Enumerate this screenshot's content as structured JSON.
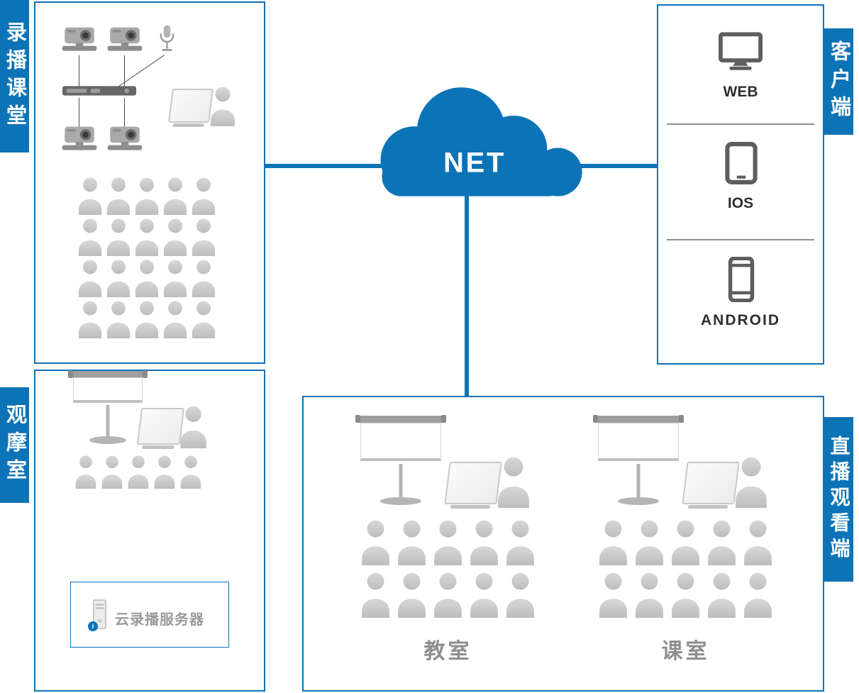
{
  "colors": {
    "accent": "#0d73b7",
    "icon_gray": "#c7c7c7",
    "label_gray": "#8e8e8e"
  },
  "cloud": {
    "label": "NET"
  },
  "recording_classroom": {
    "tab": "录播课堂",
    "audience": {
      "rows": 4,
      "cols": 5
    }
  },
  "observation_room": {
    "tab": "观摩室",
    "audience": {
      "rows": 1,
      "cols": 5
    },
    "server_label": "云录播服务器"
  },
  "client": {
    "tab": "客户端",
    "devices": [
      {
        "icon": "monitor-icon",
        "label": "WEB"
      },
      {
        "icon": "tablet-icon",
        "label": "IOS"
      },
      {
        "icon": "phone-icon",
        "label": "ANDROID"
      }
    ]
  },
  "live_view": {
    "tab": "直播观看端",
    "rooms": [
      {
        "label": "教室",
        "audience": {
          "rows": 2,
          "cols": 5
        }
      },
      {
        "label": "课室",
        "audience": {
          "rows": 2,
          "cols": 5
        }
      }
    ]
  }
}
